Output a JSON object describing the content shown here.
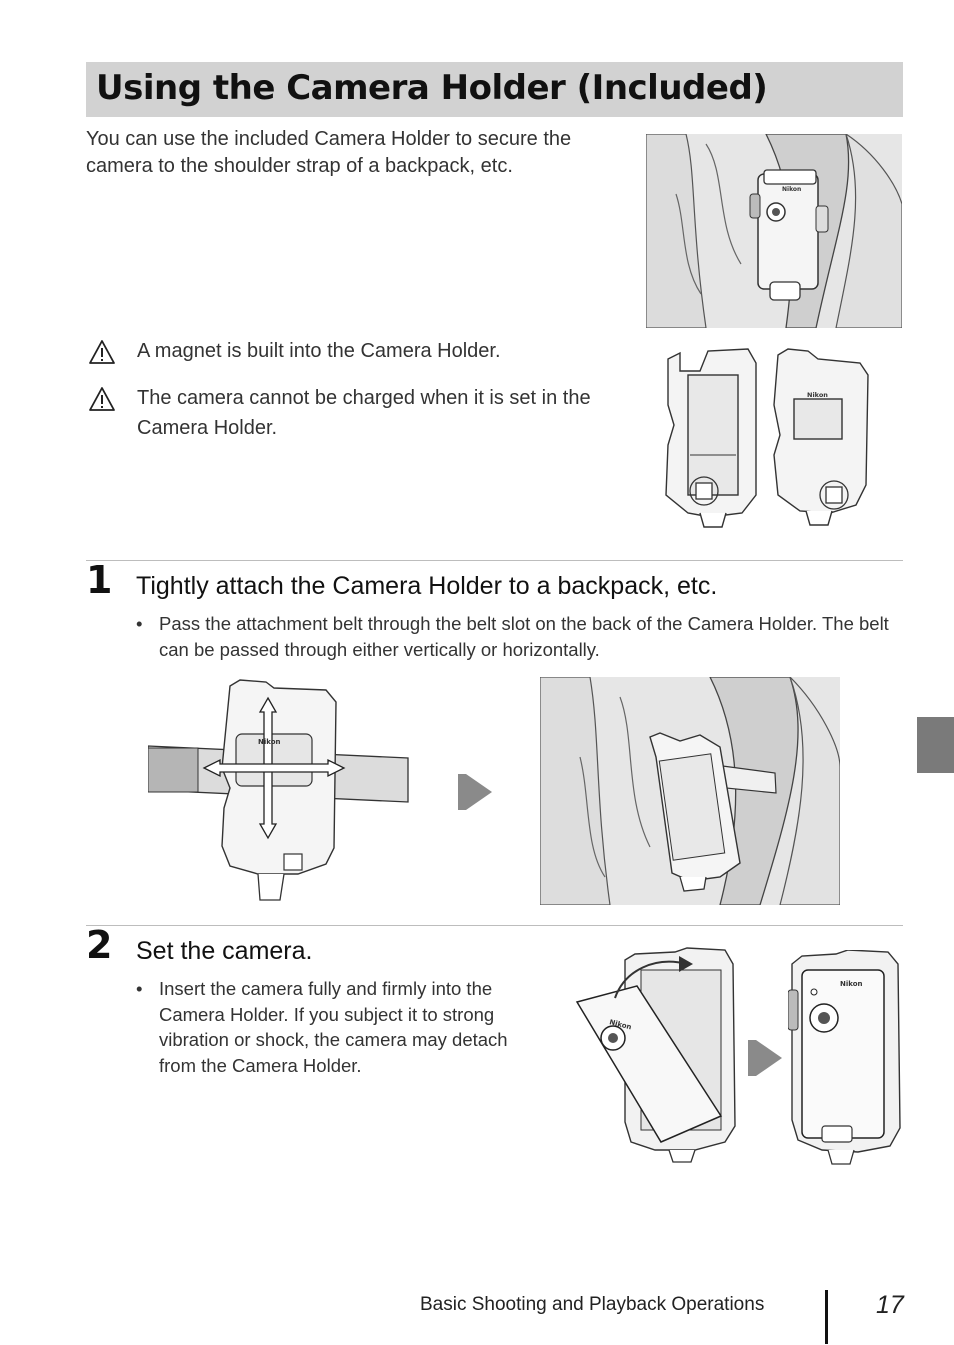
{
  "page": {
    "title": "Using the Camera Holder (Included)",
    "intro": "You can use the included Camera Holder to secure the camera to the shoulder strap of a backpack, etc."
  },
  "notes": [
    {
      "icon": "warning-triangle-icon",
      "text": "A magnet is built into the Camera Holder."
    },
    {
      "icon": "warning-triangle-icon",
      "text": "The camera cannot be charged when it is set in the Camera Holder."
    }
  ],
  "steps": [
    {
      "number": "1",
      "title": "Tightly attach the Camera Holder to a backpack, etc.",
      "bullets": [
        "Pass the attachment belt through the belt slot on the back of the Camera Holder. The belt can be passed through either vertically or horizontally."
      ]
    },
    {
      "number": "2",
      "title": "Set the camera.",
      "bullets": [
        "Insert the camera fully and firmly into the Camera Holder. If you subject it to strong vibration or shock, the camera may detach from the Camera Holder."
      ]
    }
  ],
  "illustrations": {
    "brand": "Nikon"
  },
  "footer": {
    "section": "Basic Shooting and Playback Operations",
    "page_number": "17"
  },
  "colors": {
    "title_bar": "#d2d2d2",
    "side_tab": "#7a7a7a",
    "rule": "#bdbdbd"
  }
}
